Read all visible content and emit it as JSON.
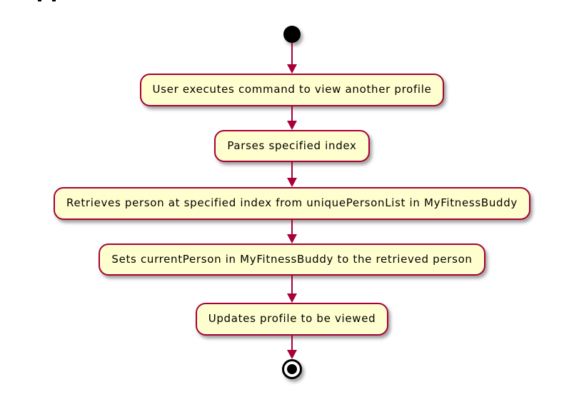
{
  "diagram": {
    "type": "activity-diagram",
    "flow_direction": "top-to-bottom",
    "colors": {
      "node_fill": "#FEFECE",
      "node_border": "#A80036",
      "arrow": "#A80036",
      "text": "#000000",
      "terminal": "#000000",
      "background": "#FFFFFF"
    },
    "nodes": {
      "start": "initial-node",
      "end": "final-node"
    },
    "steps": [
      {
        "label": "User executes command to view another profile"
      },
      {
        "label": "Parses specified index"
      },
      {
        "label": "Retrieves person at specified index from uniquePersonList in MyFitnessBuddy"
      },
      {
        "label": "Sets currentPerson in MyFitnessBuddy to the retrieved person"
      },
      {
        "label": "Updates profile to be viewed"
      }
    ]
  }
}
